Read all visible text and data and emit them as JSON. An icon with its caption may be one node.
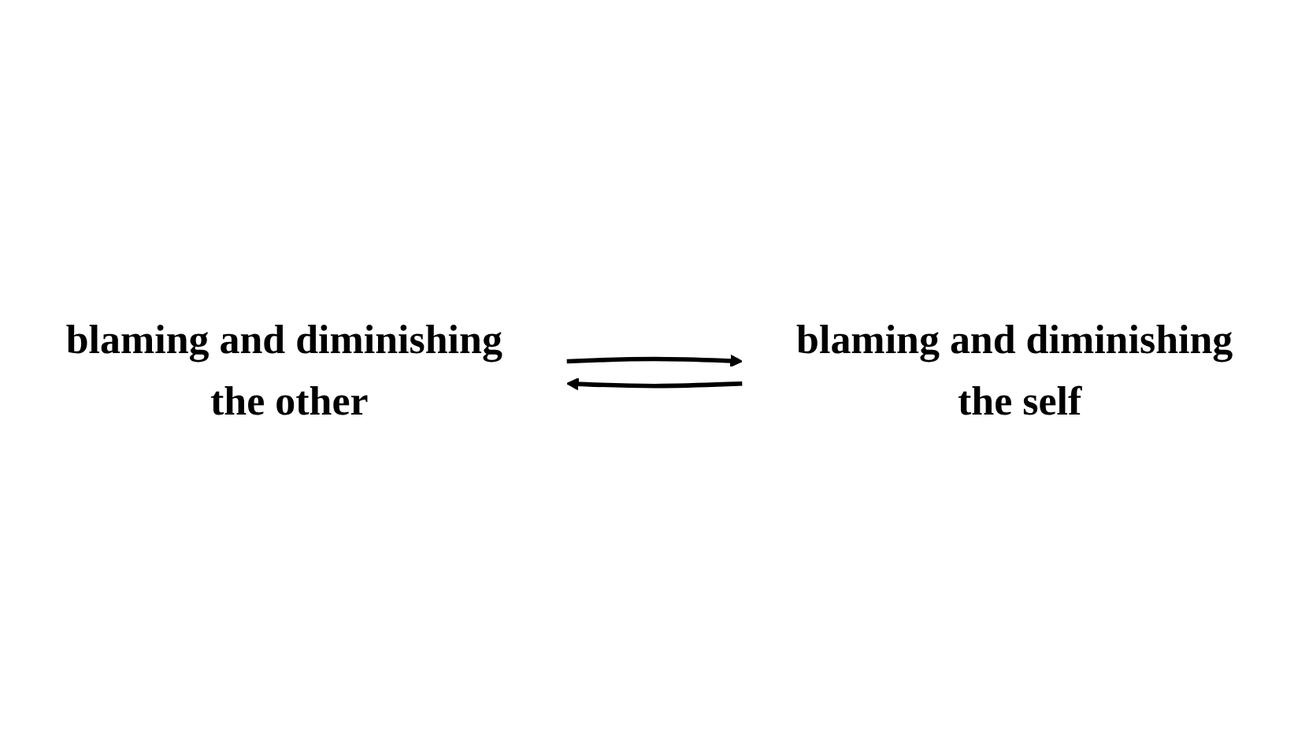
{
  "diagram": {
    "nodes": [
      {
        "text": [
          "blaming and diminishing the other"
        ]
      },
      {
        "text": [
          "blaming and diminishing the self"
        ]
      }
    ],
    "edges": [
      {
        "from": 0,
        "to": 1,
        "arrow": "to"
      },
      {
        "from": 1,
        "to": 0,
        "arrow": "to"
      }
    ]
  }
}
